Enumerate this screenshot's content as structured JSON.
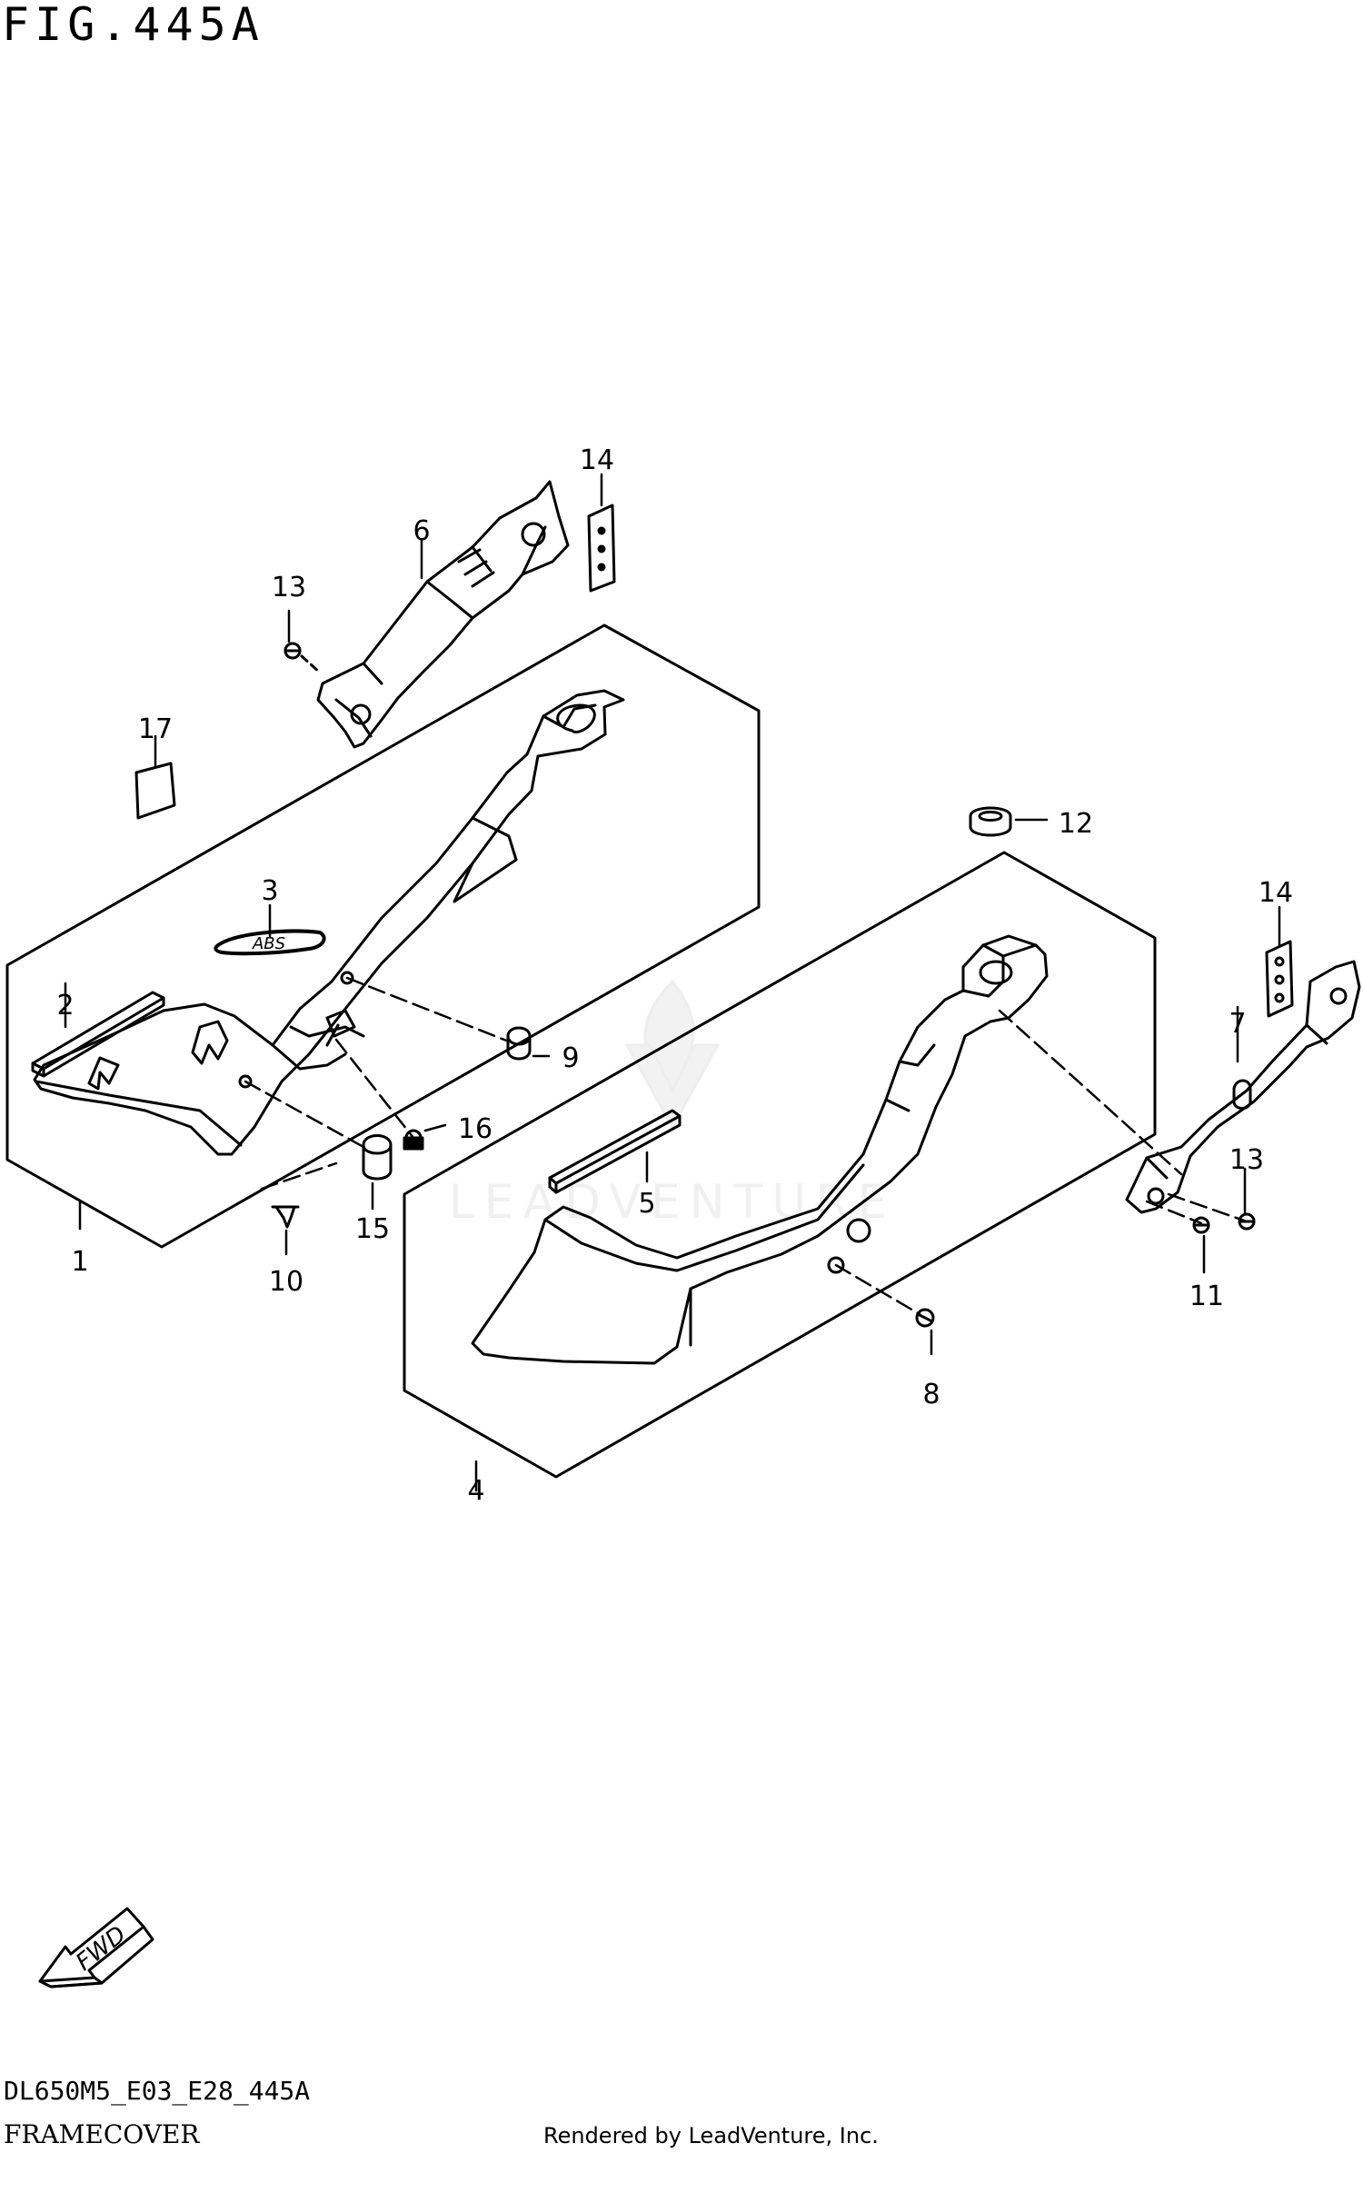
{
  "figure": {
    "title": "FIG.445A"
  },
  "footer": {
    "code": "DL650M5_E03_E28_445A",
    "name": "FRAMECOVER",
    "rendered_by": "Rendered by LeadVenture, Inc."
  },
  "watermark": {
    "text": "LEADVENTURE"
  },
  "fwd_label": "FWD",
  "emblem_text": "ABS",
  "callouts": {
    "c1": "1",
    "c2": "2",
    "c3": "3",
    "c4": "4",
    "c5": "5",
    "c6": "6",
    "c7": "7",
    "c8": "8",
    "c9": "9",
    "c10": "10",
    "c11": "11",
    "c12": "12",
    "c13a": "13",
    "c13b": "13",
    "c14a": "14",
    "c14b": "14",
    "c15": "15",
    "c16": "16",
    "c17": "17"
  }
}
